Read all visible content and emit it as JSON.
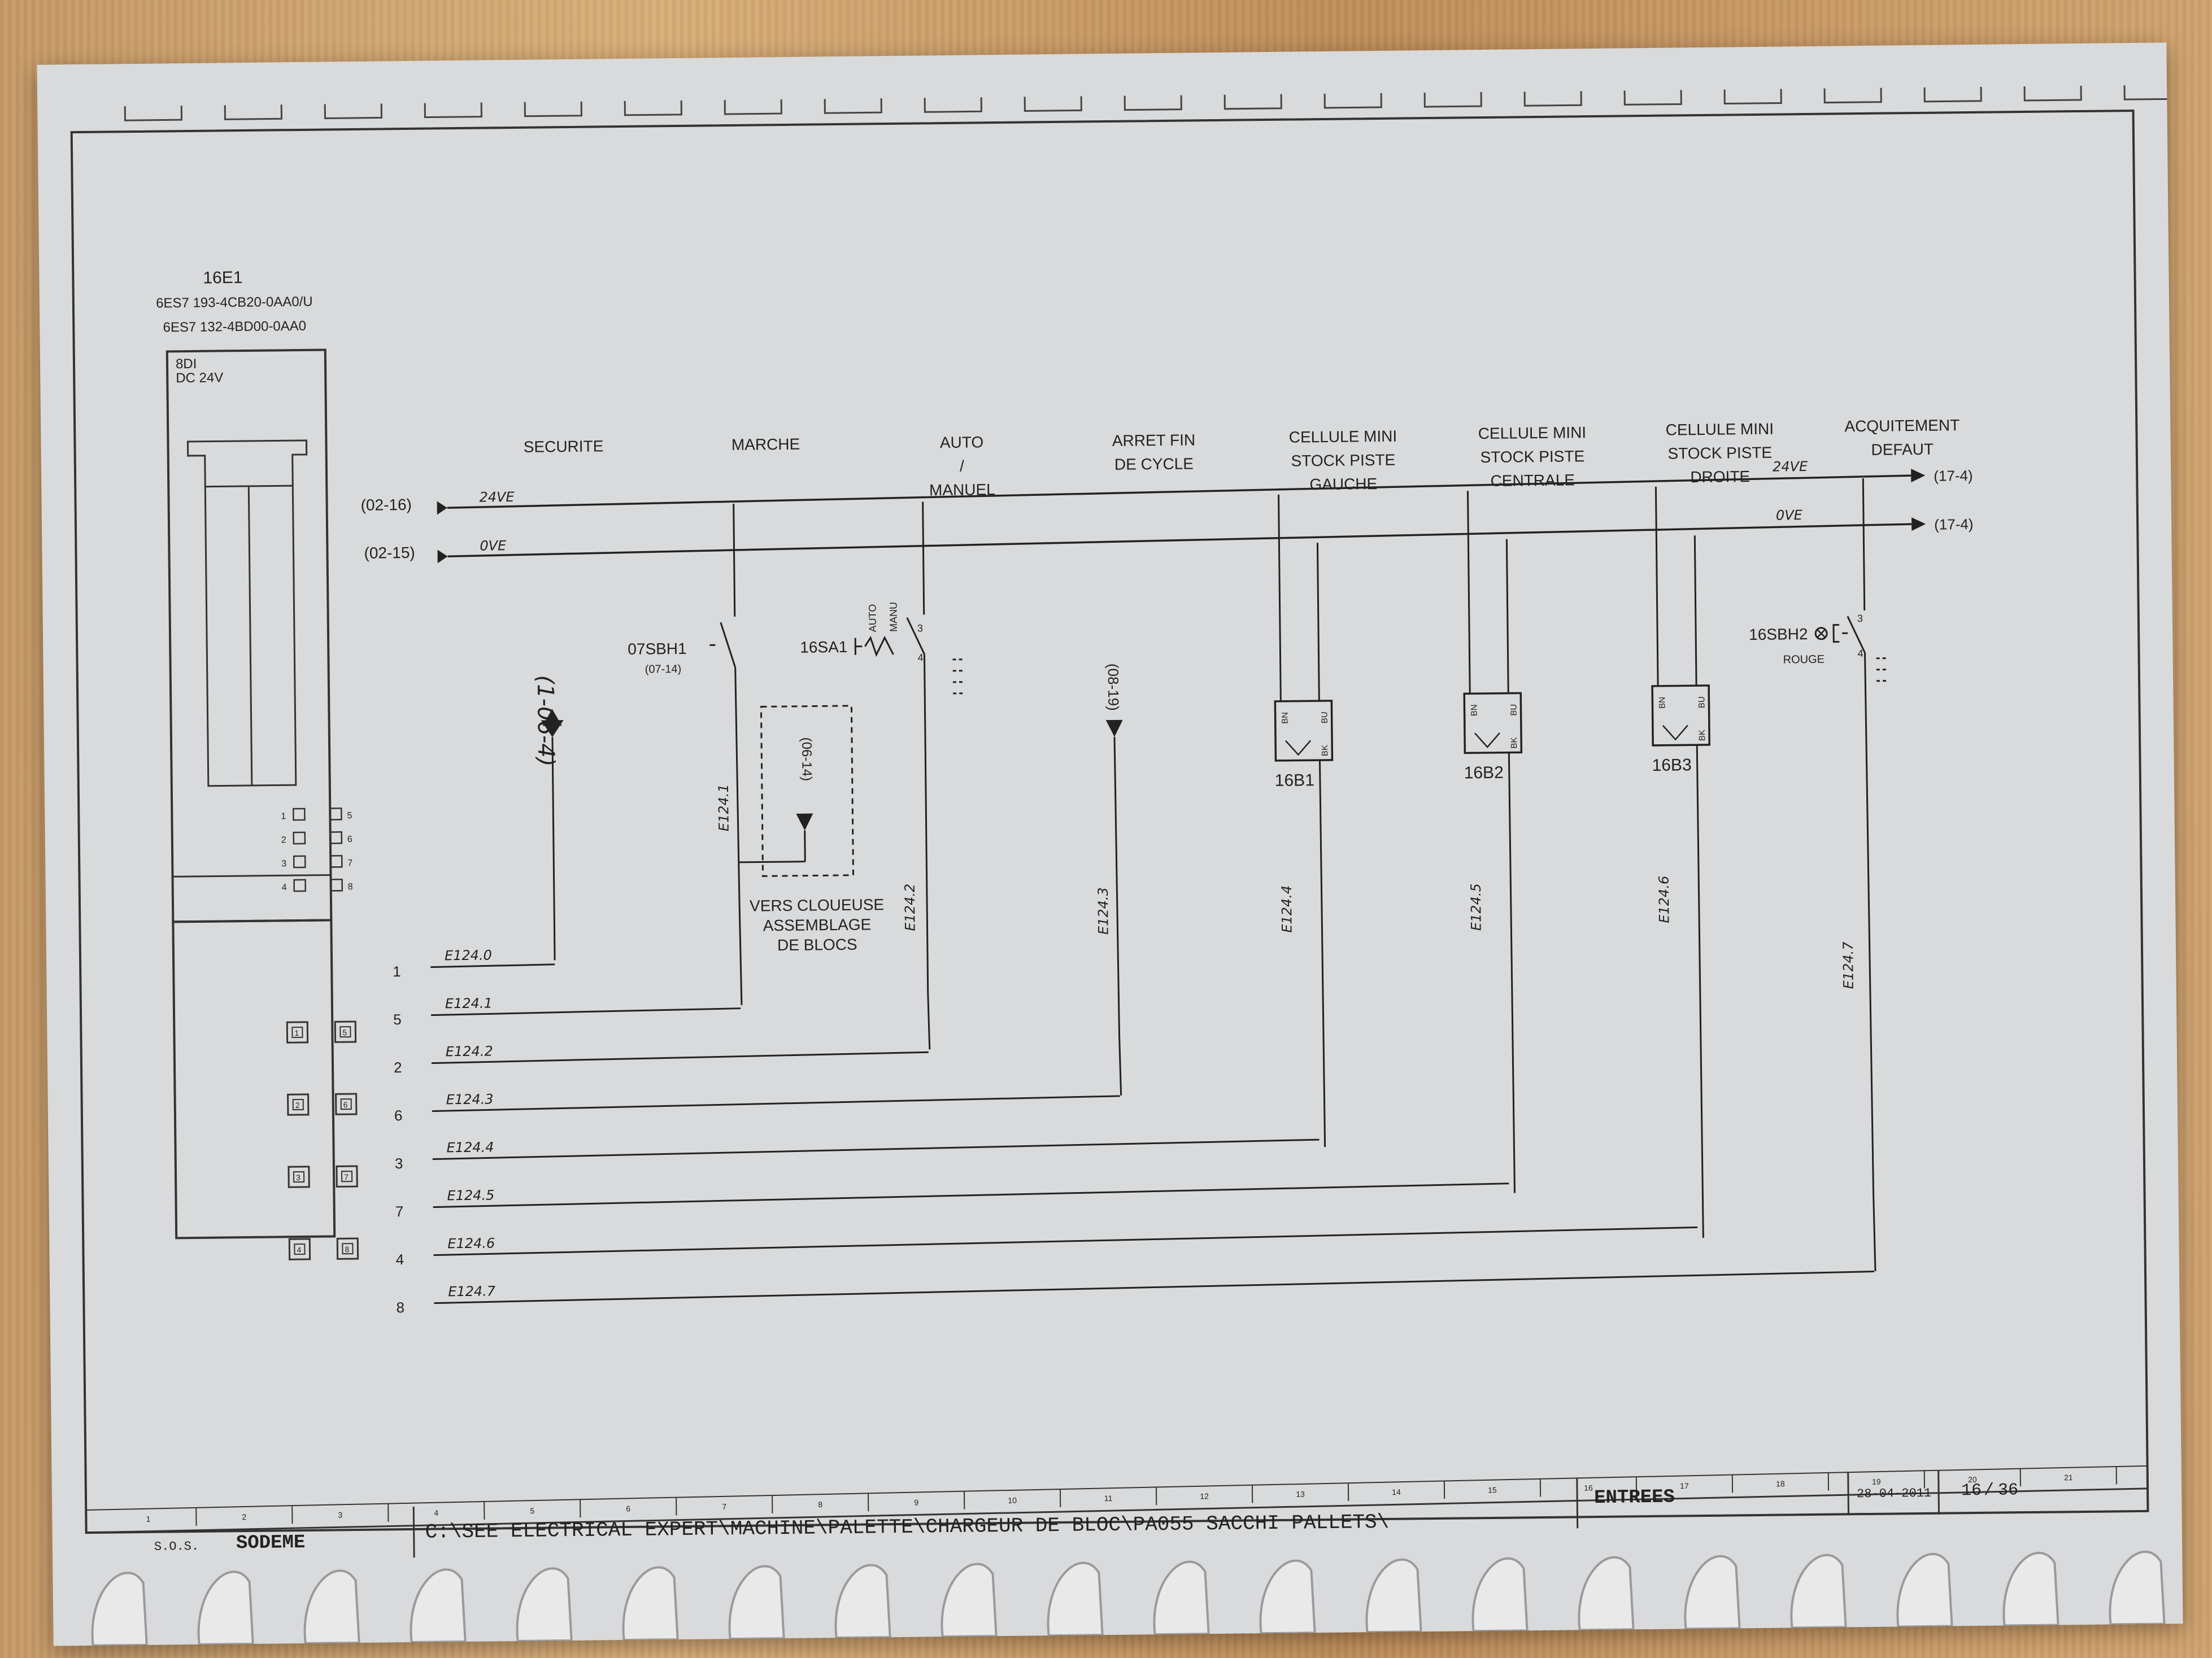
{
  "module": {
    "tag": "16E1",
    "ref1": "6ES7 193-4CB20-0AA0/U",
    "ref2": "6ES7 132-4BD00-0AA0",
    "type1": "8DI",
    "type2": "DC 24V",
    "led_labels": [
      "1",
      "2",
      "3",
      "4",
      "5",
      "6",
      "7",
      "8"
    ],
    "terminal_labels": [
      "1",
      "5",
      "2",
      "6",
      "3",
      "7",
      "4",
      "8"
    ]
  },
  "rails": {
    "top": {
      "name": "24VE",
      "from": "(02-16)",
      "to": "(17-4)"
    },
    "bottom": {
      "name": "0VE",
      "from": "(02-15)",
      "to": "(17-4)"
    }
  },
  "columns": [
    {
      "title": [
        "SECURITE"
      ]
    },
    {
      "title": [
        "MARCHE"
      ]
    },
    {
      "title": [
        "AUTO",
        "/",
        "MANUEL"
      ]
    },
    {
      "title": [
        "ARRET FIN",
        "DE CYCLE"
      ]
    },
    {
      "title": [
        "CELLULE MINI",
        "STOCK PISTE",
        "GAUCHE"
      ]
    },
    {
      "title": [
        "CELLULE MINI",
        "STOCK PISTE",
        "CENTRALE"
      ]
    },
    {
      "title": [
        "CELLULE MINI",
        "STOCK PISTE",
        "DROITE"
      ]
    },
    {
      "title": [
        "ACQUITEMENT",
        "DEFAUT"
      ]
    }
  ],
  "components": {
    "securite_ref": "(1-06-4)",
    "marche_tag": "07SBH1",
    "marche_ref": "(07-14)",
    "selector_tag": "16SA1",
    "selector_auto": "AUTO",
    "selector_manu": "MANU",
    "selector_t3": "3",
    "selector_t4": "4",
    "arret_ref": "(08-19)",
    "vers_ref": "(06-14)",
    "vers_text": [
      "VERS CLOUEUSE",
      "ASSEMBLAGE",
      "DE BLOCS"
    ],
    "sensors": [
      "16B1",
      "16B2",
      "16B3"
    ],
    "sensor_pins": {
      "bn": "BN",
      "bu": "BU",
      "bk": "BK"
    },
    "acq_tag": "16SBH2",
    "acq_color": "ROUGE",
    "acq_t3": "3",
    "acq_t4": "4"
  },
  "signals": [
    "E124.0",
    "E124.1",
    "E124.2",
    "E124.3",
    "E124.4",
    "E124.5",
    "E124.6",
    "E124.7"
  ],
  "vertical_signals": [
    "E124.1",
    "E124.2",
    "E124.3",
    "E124.4",
    "E124.5",
    "E124.6",
    "E124.7"
  ],
  "title_block": {
    "company_small": "S.O.S.",
    "company": "SODEME",
    "path": "C:\\SEE ELECTRICAL EXPERT\\MACHINE\\PALETTE\\CHARGEUR DE BLOC\\PA055 SACCHI PALLETS\\",
    "section": "ENTREES",
    "date": "28-04-2011",
    "page": "16",
    "total": "36",
    "grid_numbers": [
      "1",
      "2",
      "3",
      "4",
      "5",
      "6",
      "7",
      "8",
      "9",
      "10",
      "11",
      "12",
      "13",
      "14",
      "15",
      "16",
      "17",
      "18",
      "19",
      "20",
      "21"
    ]
  }
}
